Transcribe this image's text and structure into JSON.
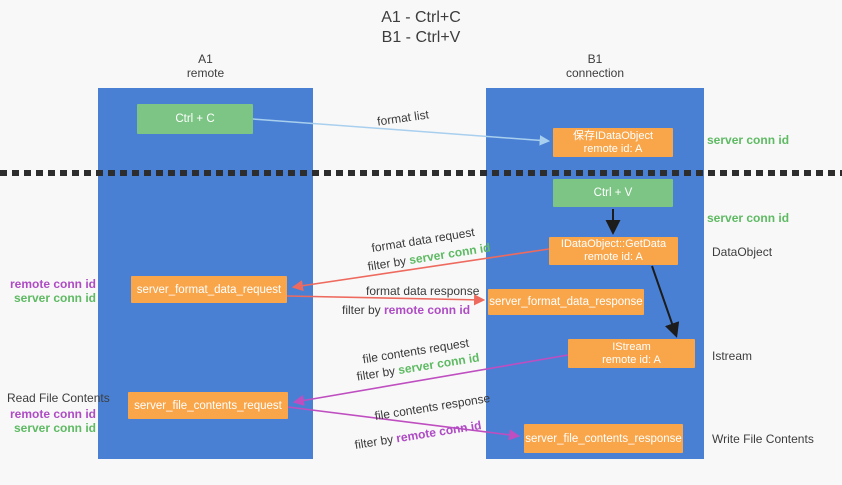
{
  "colors": {
    "bg": "#f8f8f8",
    "lane-blue": "#4a80d4",
    "box-green": "#7cc584",
    "box-orange": "#f9a64b",
    "green-text": "#5eba63",
    "purple-text": "#ae4bc5",
    "red-arrow": "#ee6a5e",
    "magenta-arrow": "#bf4ec0",
    "lightblue-arrow": "#a8cfee",
    "black-arrow": "#1c1c1c",
    "text-dark": "#3d3d3d",
    "dotted": "#2d2d2d"
  },
  "title": {
    "line1": "A1 - Ctrl+C",
    "line2": "B1 - Ctrl+V"
  },
  "lanes": {
    "left": {
      "name": "A1",
      "subtitle": "remote"
    },
    "right": {
      "name": "B1",
      "subtitle": "connection"
    }
  },
  "nodes": {
    "ctrl_c": {
      "label": "Ctrl + C"
    },
    "save_dataobject": {
      "line1": "保存IDataObject",
      "line2": "remote id: A"
    },
    "ctrl_v": {
      "label": "Ctrl + V"
    },
    "getdata": {
      "line1": "IDataObject::GetData",
      "line2": "remote id: A"
    },
    "format_request": {
      "label": "server_format_data_request"
    },
    "format_response": {
      "label": "server_format_data_response"
    },
    "istream": {
      "line1": "IStream",
      "line2": "remote id: A"
    },
    "file_request": {
      "label": "server_file_contents_request"
    },
    "file_response": {
      "label": "server_file_contents_response"
    }
  },
  "edge_labels": {
    "format_list": "format list",
    "format_data_request": "format data request",
    "format_data_response": "format data response",
    "file_contents_request": "file contents request",
    "file_contents_response": "file contents response",
    "filter_by": "filter by ",
    "server_conn_id": "server conn id",
    "remote_conn_id": "remote conn id"
  },
  "annotations": {
    "right_server_conn_id_top": "server conn id",
    "right_server_conn_id_mid": "server conn id",
    "dataobject": "DataObject",
    "istream": "Istream",
    "write_file_contents": "Write File Contents",
    "read_file_contents": "Read File Contents",
    "left_top": {
      "remote": "remote conn id",
      "server": "server conn id"
    },
    "left_bottom": {
      "remote": "remote conn id",
      "server": "server conn id"
    }
  }
}
